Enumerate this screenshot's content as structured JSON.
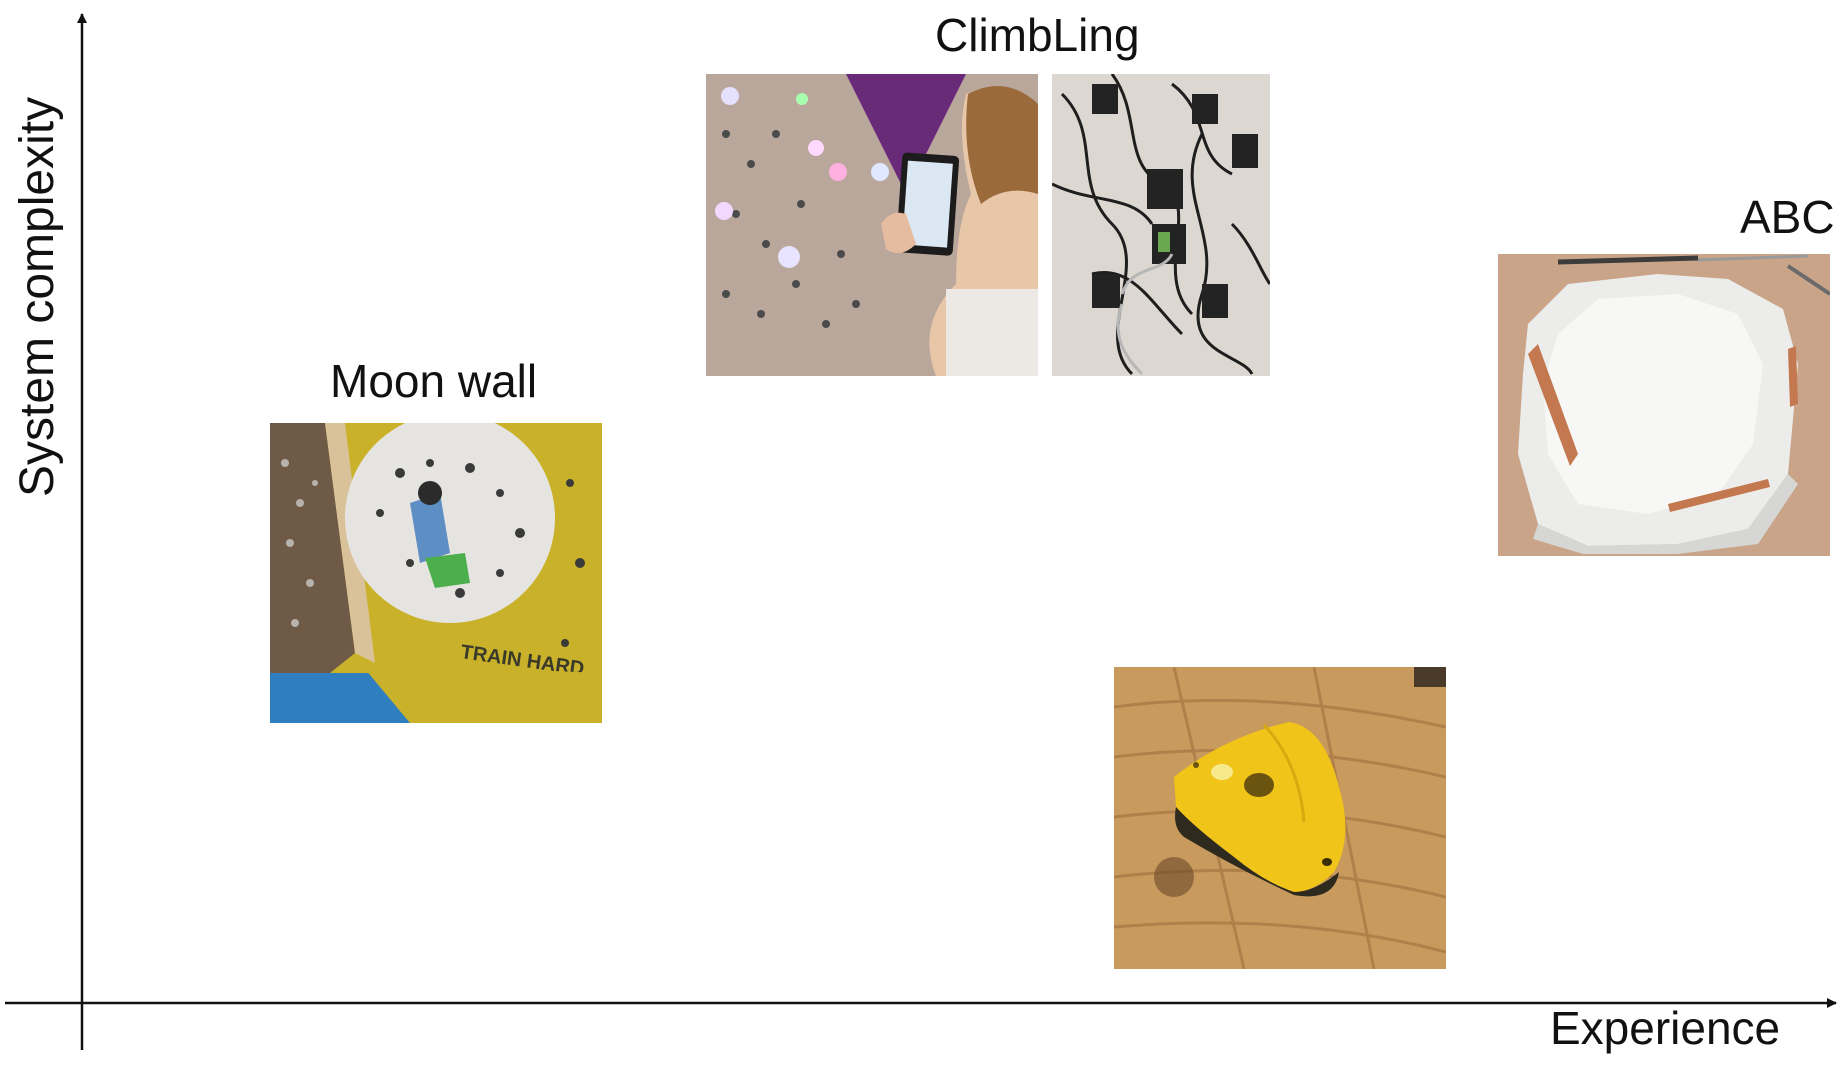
{
  "axes": {
    "x_label": "Experience",
    "y_label": "System complexity"
  },
  "items": [
    {
      "id": "moon-wall",
      "label": "Moon wall",
      "image": "moon wall climbing board photo"
    },
    {
      "id": "climbling",
      "label": "ClimbLing",
      "image": "LED climbing wall with tablet and wiring photos"
    },
    {
      "id": "abc",
      "label": "ABC",
      "image": "white hold with copper electrodes photo"
    },
    {
      "id": "yellow-hold",
      "label": "",
      "image": "yellow climbing hold photo"
    }
  ],
  "colors": {
    "axis": "#111111",
    "moon_yellow": "#c9b12a",
    "hold_yellow": "#f0c419",
    "wood": "#c89a5e",
    "floor_blue": "#2f7fc0"
  }
}
